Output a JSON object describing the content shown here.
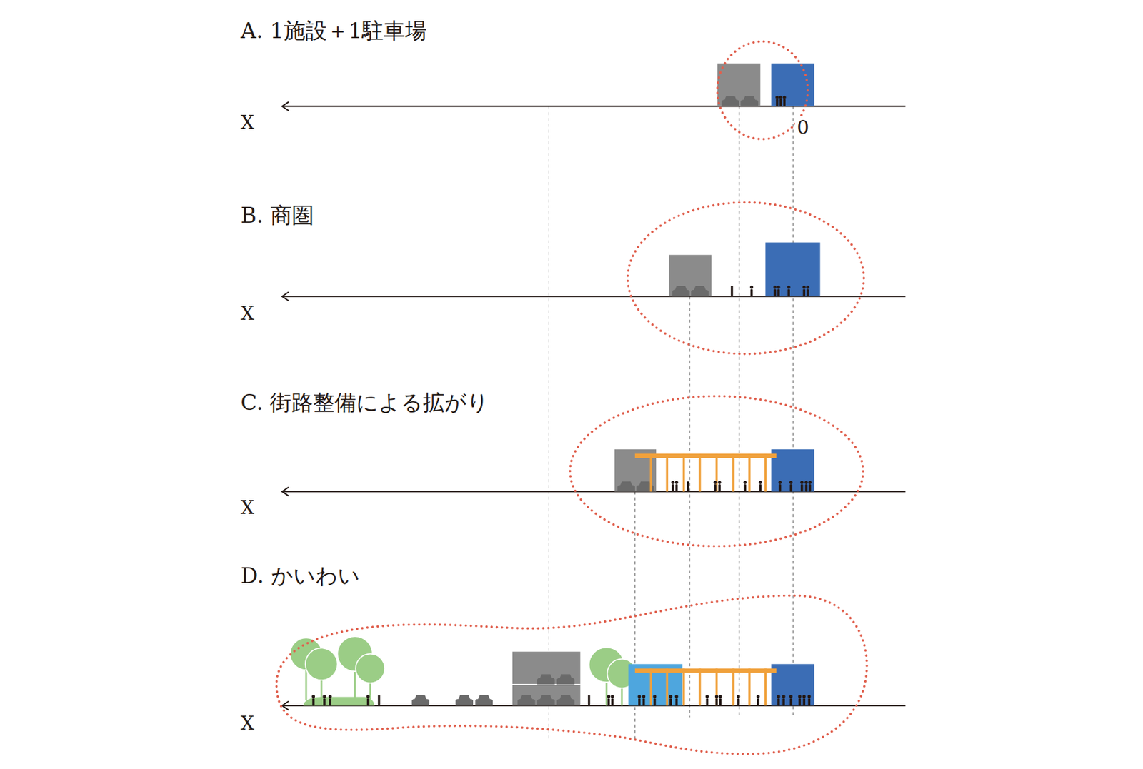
{
  "diagram": {
    "labels": [
      "A. 1施設＋1駐車場",
      "X",
      "0",
      "B. 商圏",
      "X",
      "C. 街路整備による拡がり",
      "X",
      "D. かいわい",
      "X"
    ]
  }
}
